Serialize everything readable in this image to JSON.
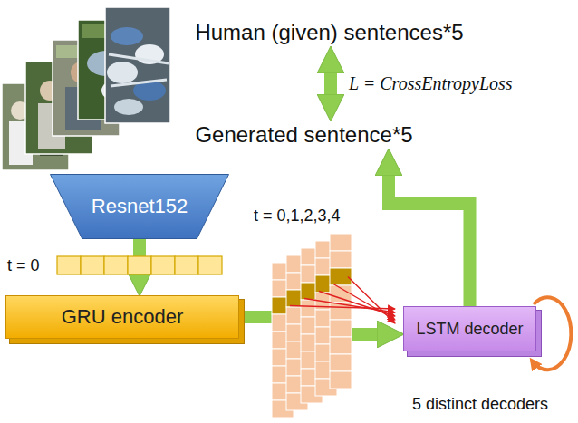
{
  "diagram": {
    "nodes": [
      {
        "text": [
          "Human (given) sentences*5"
        ]
      },
      {
        "text": [
          "Generated sentence*5"
        ]
      },
      {
        "text": [
          "Resnet152"
        ]
      },
      {
        "text": [
          "GRU encoder"
        ]
      },
      {
        "text": [
          "LSTM decoder"
        ]
      }
    ],
    "edges": [
      {
        "from": 0,
        "to": 1,
        "arrow": "both",
        "label": "L = CrossEntropyLoss"
      },
      {
        "from": 2,
        "to": 3,
        "arrow": "to"
      },
      {
        "from": 3,
        "to": 4,
        "arrow": "to"
      },
      {
        "from": 4,
        "to": 1,
        "arrow": "to"
      }
    ],
    "labels": [
      "t = 0",
      "t = 0,1,2,3,4",
      "5 distinct decoders"
    ]
  }
}
